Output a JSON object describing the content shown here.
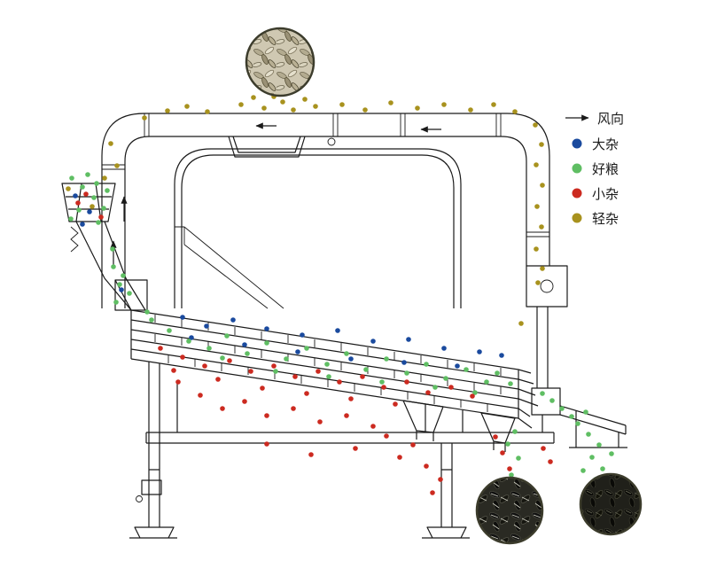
{
  "legend": {
    "wind_label": "风向",
    "items": [
      {
        "key": "blue",
        "label": "大杂",
        "color": "#1a4a9e"
      },
      {
        "key": "green",
        "label": "好粮",
        "color": "#5fbe63"
      },
      {
        "key": "red",
        "label": "小杂",
        "color": "#cc2a20"
      },
      {
        "key": "olive",
        "label": "轻杂",
        "color": "#a8921e"
      }
    ]
  },
  "particles": {
    "blue": [
      [
        206,
        358
      ],
      [
        233,
        368
      ],
      [
        263,
        361
      ],
      [
        301,
        371
      ],
      [
        341,
        378
      ],
      [
        381,
        373
      ],
      [
        421,
        385
      ],
      [
        461,
        383
      ],
      [
        501,
        393
      ],
      [
        541,
        397
      ],
      [
        566,
        401
      ],
      [
        216,
        381
      ],
      [
        276,
        389
      ],
      [
        336,
        397
      ],
      [
        396,
        405
      ],
      [
        456,
        409
      ],
      [
        516,
        413
      ],
      [
        85,
        221
      ],
      [
        101,
        239
      ],
      [
        93,
        253
      ],
      [
        137,
        327
      ]
    ],
    "green": [
      [
        81,
        201
      ],
      [
        93,
        211
      ],
      [
        106,
        223
      ],
      [
        117,
        235
      ],
      [
        89,
        237
      ],
      [
        111,
        251
      ],
      [
        99,
        197
      ],
      [
        121,
        215
      ],
      [
        80,
        247
      ],
      [
        109,
        207
      ],
      [
        128,
        301
      ],
      [
        135,
        321
      ],
      [
        131,
        341
      ],
      [
        146,
        331
      ],
      [
        139,
        311
      ],
      [
        127,
        281
      ],
      [
        171,
        361
      ],
      [
        191,
        373
      ],
      [
        213,
        385
      ],
      [
        236,
        393
      ],
      [
        256,
        379
      ],
      [
        279,
        399
      ],
      [
        301,
        387
      ],
      [
        323,
        405
      ],
      [
        346,
        393
      ],
      [
        369,
        411
      ],
      [
        391,
        399
      ],
      [
        413,
        417
      ],
      [
        436,
        405
      ],
      [
        459,
        421
      ],
      [
        481,
        411
      ],
      [
        503,
        427
      ],
      [
        526,
        417
      ],
      [
        549,
        431
      ],
      [
        561,
        421
      ],
      [
        576,
        433
      ],
      [
        166,
        352
      ],
      [
        251,
        404
      ],
      [
        311,
        419
      ],
      [
        371,
        425
      ],
      [
        431,
        431
      ],
      [
        491,
        437
      ],
      [
        536,
        443
      ],
      [
        652,
        478
      ],
      [
        664,
        490
      ],
      [
        676,
        502
      ],
      [
        668,
        516
      ],
      [
        680,
        529
      ],
      [
        672,
        541
      ],
      [
        686,
        553
      ],
      [
        661,
        465
      ],
      [
        690,
        512
      ],
      [
        695,
        541
      ],
      [
        658,
        531
      ],
      [
        645,
        470
      ],
      [
        634,
        461
      ],
      [
        623,
        452
      ],
      [
        612,
        444
      ],
      [
        581,
        487
      ],
      [
        573,
        501
      ],
      [
        585,
        517
      ],
      [
        577,
        536
      ],
      [
        589,
        549
      ]
    ],
    "red": [
      [
        88,
        229
      ],
      [
        114,
        245
      ],
      [
        97,
        219
      ],
      [
        181,
        393
      ],
      [
        206,
        403
      ],
      [
        231,
        413
      ],
      [
        259,
        407
      ],
      [
        283,
        419
      ],
      [
        309,
        413
      ],
      [
        333,
        425
      ],
      [
        359,
        419
      ],
      [
        383,
        431
      ],
      [
        409,
        425
      ],
      [
        433,
        437
      ],
      [
        459,
        431
      ],
      [
        483,
        443
      ],
      [
        509,
        437
      ],
      [
        533,
        447
      ],
      [
        196,
        418
      ],
      [
        246,
        428
      ],
      [
        296,
        438
      ],
      [
        346,
        444
      ],
      [
        396,
        450
      ],
      [
        446,
        456
      ],
      [
        201,
        431
      ],
      [
        226,
        446
      ],
      [
        251,
        461
      ],
      [
        276,
        453
      ],
      [
        301,
        469
      ],
      [
        331,
        461
      ],
      [
        361,
        476
      ],
      [
        391,
        469
      ],
      [
        421,
        481
      ],
      [
        301,
        501
      ],
      [
        351,
        513
      ],
      [
        401,
        506
      ],
      [
        451,
        516
      ],
      [
        481,
        526
      ],
      [
        497,
        541
      ],
      [
        488,
        556
      ],
      [
        466,
        502
      ],
      [
        436,
        492
      ],
      [
        559,
        493
      ],
      [
        567,
        511
      ],
      [
        575,
        529
      ],
      [
        563,
        546
      ],
      [
        613,
        506
      ],
      [
        621,
        521
      ]
    ],
    "olive": [
      [
        272,
        118
      ],
      [
        286,
        110
      ],
      [
        298,
        122
      ],
      [
        309,
        109
      ],
      [
        319,
        115
      ],
      [
        331,
        124
      ],
      [
        344,
        112
      ],
      [
        356,
        120
      ],
      [
        234,
        126
      ],
      [
        211,
        120
      ],
      [
        189,
        125
      ],
      [
        163,
        133
      ],
      [
        386,
        118
      ],
      [
        412,
        124
      ],
      [
        441,
        116
      ],
      [
        471,
        122
      ],
      [
        501,
        118
      ],
      [
        531,
        124
      ],
      [
        557,
        118
      ],
      [
        581,
        126
      ],
      [
        604,
        141
      ],
      [
        611,
        163
      ],
      [
        605,
        186
      ],
      [
        612,
        209
      ],
      [
        606,
        233
      ],
      [
        611,
        256
      ],
      [
        605,
        281
      ],
      [
        612,
        303
      ],
      [
        607,
        319
      ],
      [
        77,
        213
      ],
      [
        104,
        233
      ],
      [
        118,
        201
      ],
      [
        125,
        162
      ],
      [
        132,
        187
      ],
      [
        588,
        365
      ]
    ]
  }
}
